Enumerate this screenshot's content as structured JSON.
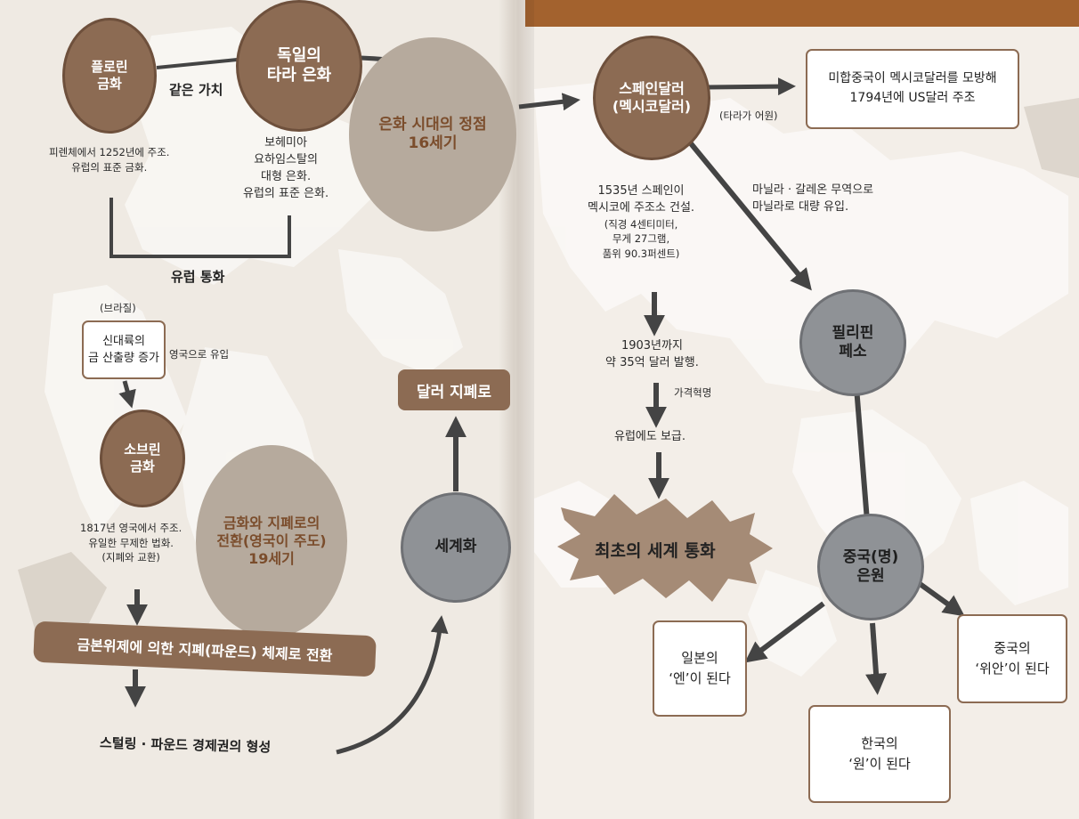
{
  "left_page": {
    "florin": {
      "line1": "플로린",
      "line2": "금화"
    },
    "thaler": {
      "line1": "독일의",
      "line2": "타라 은화"
    },
    "same_value": "같은 가치",
    "florin_note": {
      "line1": "피렌체에서 1252년에 주조.",
      "line2": "유럽의 표준 금화."
    },
    "thaler_note": {
      "line1": "보헤미아",
      "line2": "요하임스탈의",
      "line3": "대형 은화.",
      "line4": "유럽의 표준 은화."
    },
    "silver_peak": {
      "line1": "은화 시대의 정점",
      "line2": "16세기"
    },
    "europe_currency": "유럽 통화",
    "brazil": "(브라질)",
    "new_world_gold": {
      "line1": "신대륙의",
      "line2": "금 산출량 증가"
    },
    "to_england": "영국으로 유입",
    "sovereign": {
      "line1": "소브린",
      "line2": "금화"
    },
    "sovereign_note": {
      "line1": "1817년 영국에서 주조.",
      "line2": "유일한 무제한 법화.",
      "line3": "(지폐와 교환)"
    },
    "gold_paper": {
      "line1": "금화와 지폐로의",
      "line2": "전환(영국이 주도)",
      "line3": "19세기"
    },
    "gold_standard_banner": "금본위제에 의한 지폐(파운드) 체제로 전환",
    "sterling": "스털링 · 파운드 경제권의 형성",
    "globalization": "세계화",
    "dollar_note": "달러 지폐로"
  },
  "right_page": {
    "spanish_dollar": {
      "line1": "스페인달러",
      "line2": "(멕시코달러)"
    },
    "us_box": {
      "line1": "미합중국이 멕시코달러를 모방해",
      "line2": "1794년에 US달러 주조"
    },
    "taler_origin": "(타라가 어원)",
    "mint_note": {
      "line1": "1535년 스페인이",
      "line2": "멕시코에 주조소 건설.",
      "line3": "(직경 4센티미터,",
      "line4": "무게 27그램,",
      "line5": "품위 90.3퍼센트)"
    },
    "manila_note": {
      "line1": "마닐라 · 갈레온 무역으로",
      "line2": "마닐라로 대량 유입."
    },
    "issued_note": {
      "line1": "1903년까지",
      "line2": "약 35억 달러 발행."
    },
    "price_revolution": "가격혁명",
    "spread_europe": "유럽에도 보급.",
    "first_world_currency": "최초의 세계 통화",
    "philippines": {
      "line1": "필리핀",
      "line2": "페소"
    },
    "china": {
      "line1": "중국(명)",
      "line2": "은원"
    },
    "japan_box": {
      "line1": "일본의",
      "line2": "‘엔’이 된다"
    },
    "korea_box": {
      "line1": "한국의",
      "line2": "‘원’이 된다"
    },
    "china_box": {
      "line1": "중국의",
      "line2": "‘위안’이 된다"
    }
  },
  "colors": {
    "brown": "#8c6b53",
    "gray": "#8f9296",
    "beige": "#b6aa9d",
    "arrow": "#444444",
    "accent_band": "#a3622e"
  }
}
